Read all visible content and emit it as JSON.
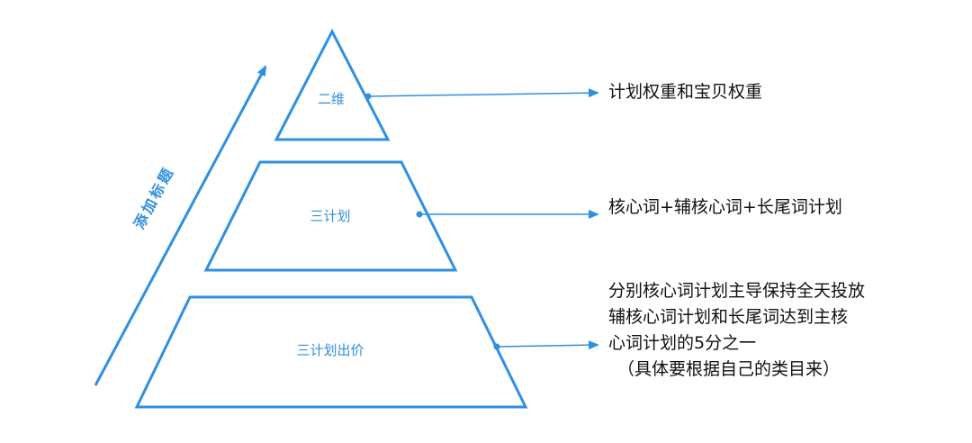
{
  "colors": {
    "accent": "#2f8fe0",
    "text": "#111111",
    "background": "#ffffff"
  },
  "axis": {
    "label": "添加标题"
  },
  "tiers": [
    {
      "label": "二维",
      "description": [
        "计划权重和宝贝权重"
      ]
    },
    {
      "label": "三计划",
      "description": [
        "核心词+辅核心词+长尾词计划"
      ]
    },
    {
      "label": "三计划出价",
      "description": [
        "分别核心词计划主导保持全天投放",
        "辅核心词计划和长尾词达到主核",
        "心词计划的5分之一",
        "（具体要根据自己的类目来）"
      ]
    }
  ]
}
